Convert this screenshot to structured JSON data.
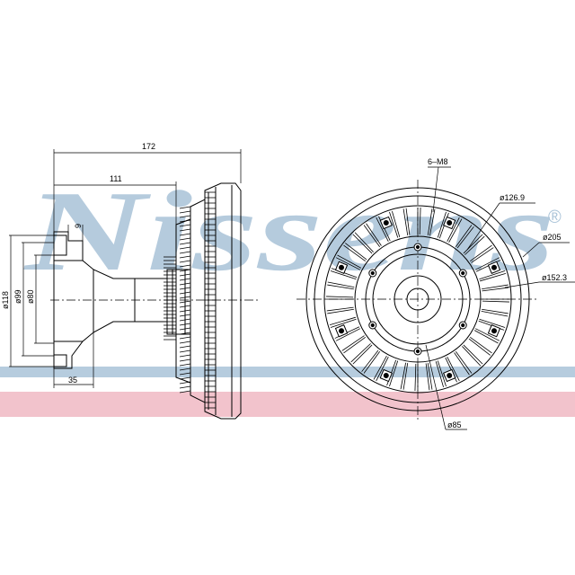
{
  "watermark": {
    "brand": "Nissens",
    "registered_mark": "®",
    "blue": "#a9c3d8",
    "pink": "#f0b9c3"
  },
  "side_view": {
    "dims": {
      "overall_length": "172",
      "flange_to_body": "111",
      "flange_thickness": "9",
      "flange_diameter": "ø118",
      "pilot_diameter": "ø99",
      "bore_diameter": "ø80",
      "hub_length": "35"
    }
  },
  "front_view": {
    "dims": {
      "bolt_pattern": "6–M8",
      "bolt_circle": "ø126.9",
      "outer_diameter": "ø205",
      "inner_ring": "ø152.3",
      "hub_diameter": "ø85"
    },
    "bolt_count": 6,
    "fin_count": 40
  }
}
